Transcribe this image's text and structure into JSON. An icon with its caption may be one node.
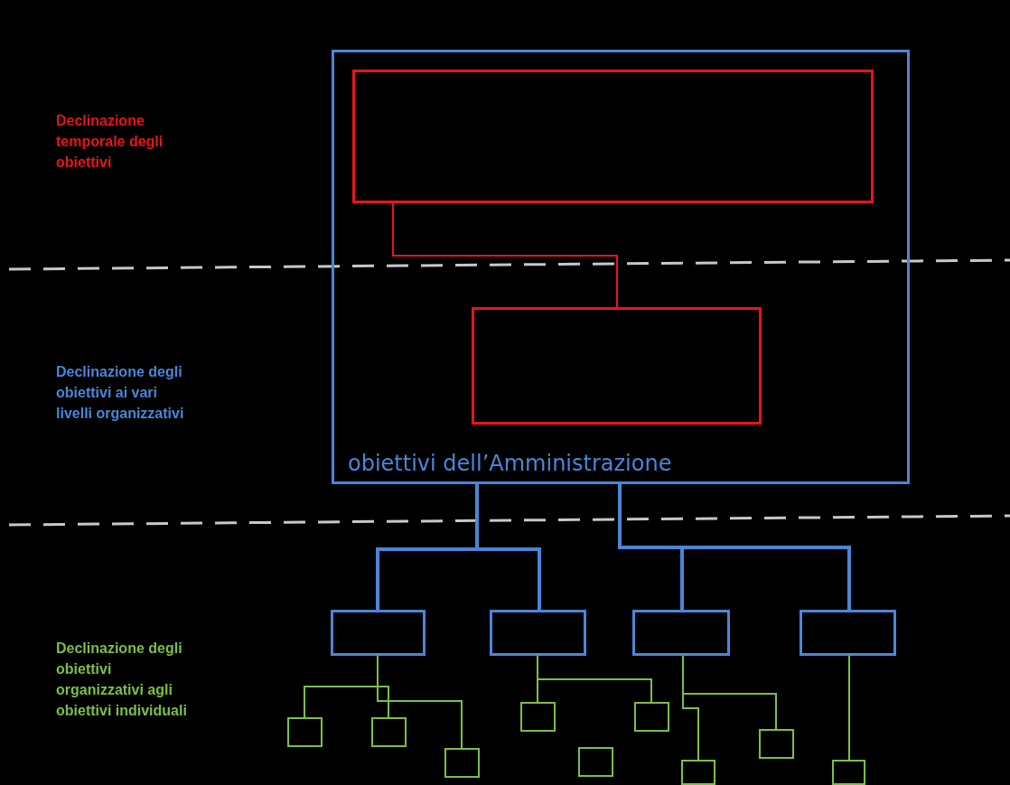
{
  "diagram": {
    "nodes": [
      {
        "text": [
          "obiettivi dell’Amministrazione"
        ]
      },
      {
        "text": [],
        "shape": "box",
        "in": 0
      },
      {
        "text": [],
        "shape": "box",
        "in": 0
      },
      {
        "text": [],
        "shape": "box"
      },
      {
        "text": [],
        "shape": "box"
      },
      {
        "text": [],
        "shape": "box"
      },
      {
        "text": [],
        "shape": "box"
      },
      {
        "text": [],
        "shape": "box"
      },
      {
        "text": [],
        "shape": "box"
      },
      {
        "text": [],
        "shape": "box"
      },
      {
        "text": [],
        "shape": "box"
      },
      {
        "text": [],
        "shape": "box"
      },
      {
        "text": [],
        "shape": "box"
      },
      {
        "text": [],
        "shape": "box"
      },
      {
        "text": [],
        "shape": "box"
      },
      {
        "text": [],
        "shape": "box"
      }
    ],
    "edges": [
      {
        "from": 1,
        "to": 2,
        "arrow": "none",
        "color": "#e8151b"
      },
      {
        "from": 0,
        "to": 3,
        "arrow": "none",
        "style": "thick",
        "color": "#4a86d8"
      },
      {
        "from": 0,
        "to": 4,
        "arrow": "none",
        "style": "thick",
        "color": "#4a86d8"
      },
      {
        "from": 0,
        "to": 5,
        "arrow": "none",
        "style": "thick",
        "color": "#4a86d8"
      },
      {
        "from": 0,
        "to": 6,
        "arrow": "none",
        "style": "thick",
        "color": "#4a86d8"
      },
      {
        "from": 3,
        "to": 7,
        "arrow": "none"
      },
      {
        "from": 3,
        "to": 8,
        "arrow": "none"
      },
      {
        "from": 3,
        "to": 9,
        "arrow": "none"
      },
      {
        "from": 4,
        "to": 10,
        "arrow": "none"
      },
      {
        "from": 4,
        "to": 12,
        "arrow": "none"
      },
      {
        "from": 5,
        "to": 13,
        "arrow": "none"
      },
      {
        "from": 5,
        "to": 14,
        "arrow": "none"
      },
      {
        "from": 6,
        "to": 15,
        "arrow": "none"
      }
    ],
    "labels": [
      "Declinazione temporale degli obiettivi",
      "Declinazione degli obiettivi ai vari livelli organizzativi",
      "Declinazione degli obiettivi organizzativi agli obiettivi individuali"
    ]
  }
}
